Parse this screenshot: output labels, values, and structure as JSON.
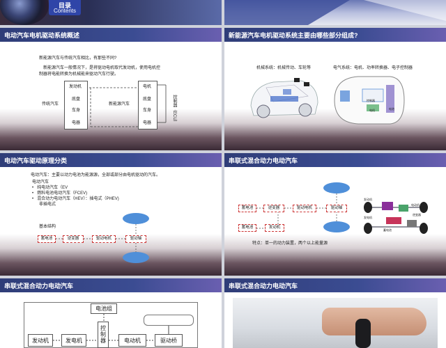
{
  "top_left": {
    "toc_title": "目录",
    "toc_subtitle": "Contents"
  },
  "slide1": {
    "title": "电动汽车电机驱动系统概述",
    "question": "新能源汽车与传统汽车相比，有那些不同?",
    "para1": "新能源汽车一般情况下，是将驱动电机取代发动机，使用电机控",
    "para2": "制器将电能转换为机械能来驱动汽车行驶。",
    "left_items": [
      "发动机",
      "底盘",
      "车身",
      "电器"
    ],
    "right_items": [
      "电机",
      "底盘",
      "车身",
      "电器"
    ],
    "left_label": "传统汽车",
    "right_label": "新能源汽车",
    "ecu_label": "控制器（ECU）"
  },
  "slide2": {
    "title": "新能源汽车电机驱动系统主要由哪些部分组成?",
    "left_caption": "机械系统：机械传动、车轮等",
    "right_caption": "电气系统：电机、功率转换器、电子控制器",
    "part_labels": [
      "控制器",
      "电机",
      "电池"
    ]
  },
  "slide3": {
    "title": "电动汽车驱动原理分类",
    "intro": "电动汽车：主要以动力电池为能源源，全部或部分由电机驱动的汽车。",
    "category": "电动汽车",
    "bullets": [
      "纯电动汽车（EV",
      "燃料电池电动汽车（FCEV)",
      "混合动力电动汽车（HEV）：插电式（PHEV)",
      "非插电式"
    ],
    "basic_structure": "基本结构",
    "chain": [
      "蓄电池",
      "逆变器",
      "驱动电机",
      "驱动轴"
    ]
  },
  "slide4": {
    "title": "串联式混合动力电动汽车",
    "chain_top": [
      "蓄电池",
      "逆变器",
      "驱动电机",
      "驱动轴"
    ],
    "chain_bottom": [
      "蓄电池",
      "发动机"
    ],
    "feature": "特点：单一的动力装置，两个以上能量源",
    "img_labels": [
      "发动机",
      "发电机",
      "电动机",
      "逆变器",
      "蓄电池"
    ]
  },
  "slide5": {
    "title": "串联式混合动力电动汽车",
    "battery": "电池组",
    "engine": "发动机",
    "generator": "发电机",
    "controller": "控制器",
    "motor": "电动机",
    "axle": "驱动桥"
  },
  "slide6": {
    "title": "串联式混合动力电动汽车"
  },
  "colors": {
    "bar": "#34438a",
    "ellipse": "#4f8fd9",
    "dashed": "#cc3333"
  }
}
